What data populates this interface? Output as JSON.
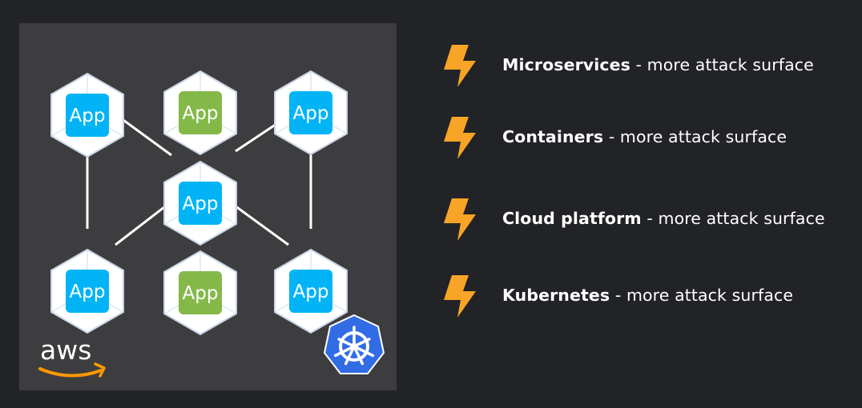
{
  "colors": {
    "background": "#222326",
    "panel": "#3d3d3f",
    "app_blue": "#02b4f5",
    "app_green": "#84b94a",
    "bolt_orange": "#f7a427",
    "k8s_blue": "#326ce5",
    "aws_orange": "#ff9900"
  },
  "diagram": {
    "app_label": "App",
    "nodes": [
      {
        "style": "blue"
      },
      {
        "style": "green"
      },
      {
        "style": "blue"
      },
      {
        "style": "blue"
      },
      {
        "style": "blue"
      },
      {
        "style": "green"
      },
      {
        "style": "blue"
      }
    ],
    "aws_logo_text": "aws",
    "icons": [
      "aws-logo",
      "kubernetes-helm-icon"
    ]
  },
  "bullets": [
    {
      "title": "Microservices",
      "rest": " - more attack surface",
      "icon": "lightning-bolt-icon"
    },
    {
      "title": "Containers",
      "rest": " - more attack surface",
      "icon": "lightning-bolt-icon"
    },
    {
      "title": "Cloud platform",
      "rest": " - more attack surface",
      "icon": "lightning-bolt-icon"
    },
    {
      "title": "Kubernetes",
      "rest": " - more attack surface",
      "icon": "lightning-bolt-icon"
    }
  ]
}
